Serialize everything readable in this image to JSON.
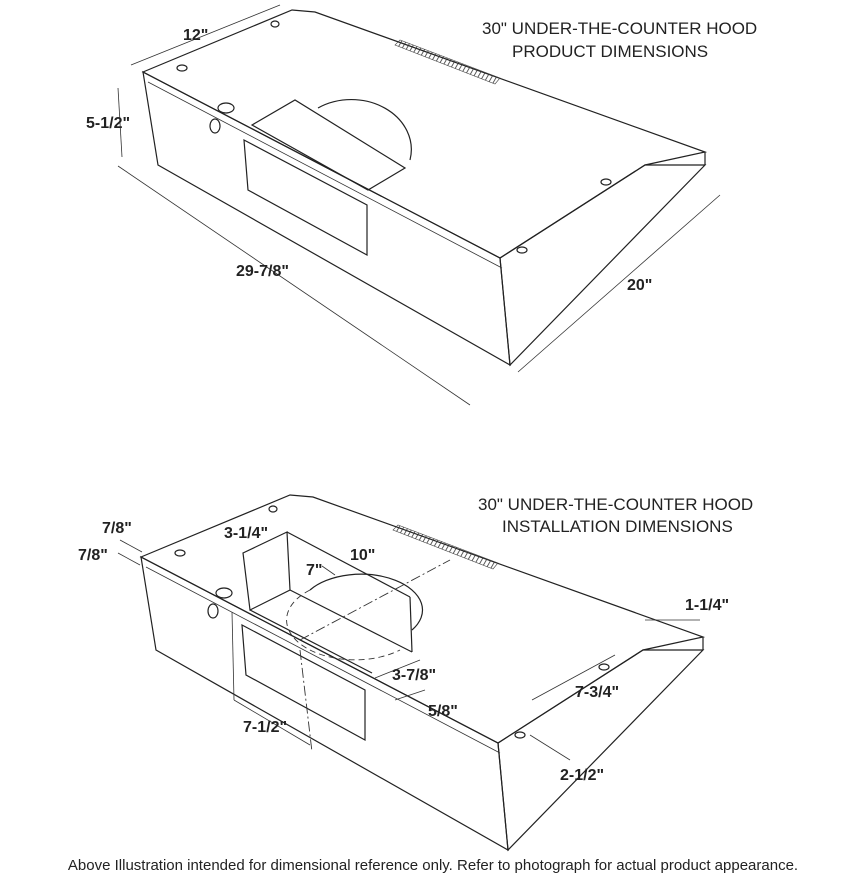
{
  "product": {
    "title_line1": "30\" UNDER-THE-COUNTER HOOD",
    "title_line2": "PRODUCT DIMENSIONS",
    "dims": {
      "depth": "12\"",
      "height": "5-1/2\"",
      "width": "29-7/8\"",
      "side": "20\""
    }
  },
  "installation": {
    "title_line1": "30\" UNDER-THE-COUNTER HOOD",
    "title_line2": "INSTALLATION DIMENSIONS",
    "dims": {
      "knockout_w": "7/8\"",
      "knockout_h": "7/8\"",
      "duct_depth": "3-1/4\"",
      "duct_width": "10\"",
      "round_duct": "7\"",
      "duct_front": "3-7/8\"",
      "lip": "5/8\"",
      "center": "7-1/2\"",
      "chamfer": "1-1/4\"",
      "slot_spacing": "7-3/4\"",
      "slot_edge": "2-1/2\""
    }
  },
  "footnote": "Above Illustration intended for dimensional reference only. Refer to photograph for actual product appearance."
}
